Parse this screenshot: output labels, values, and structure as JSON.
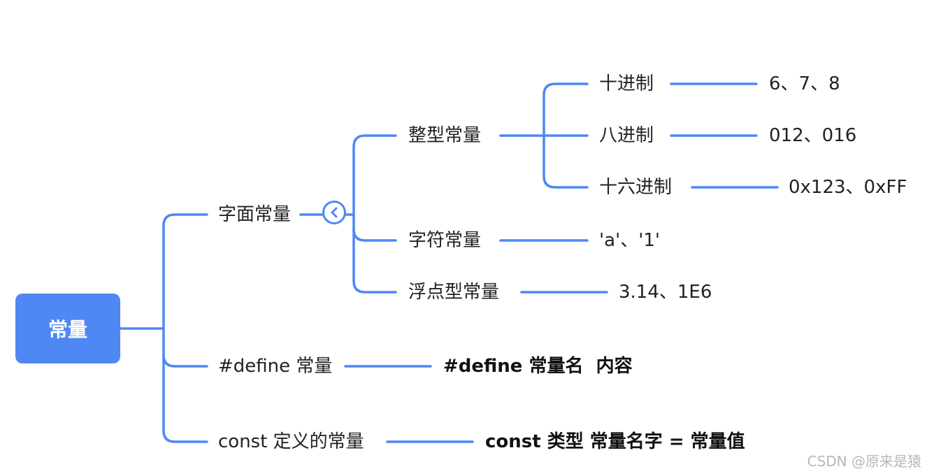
{
  "root": {
    "label": "常量"
  },
  "branches": {
    "literal": {
      "label": "字面常量",
      "integer": {
        "label": "整型常量",
        "decimal": {
          "label": "十进制",
          "example": "6、7、8"
        },
        "octal": {
          "label": "八进制",
          "example": "012、016"
        },
        "hex": {
          "label": "十六进制",
          "example": "0x123、0xFF"
        }
      },
      "char": {
        "label": "字符常量",
        "example": "'a'、'1'"
      },
      "float": {
        "label": "浮点型常量",
        "example": "3.14、1E6"
      }
    },
    "define": {
      "label": "#define 常量",
      "syntax": "#define 常量名  内容"
    },
    "const": {
      "label": "const 定义的常量",
      "syntax": "const 类型 常量名字 = 常量值"
    }
  },
  "watermark": "CSDN @原来是猿",
  "colors": {
    "accent": "#4f87f4"
  },
  "icons": {
    "collapse": "chevron-left-icon"
  }
}
